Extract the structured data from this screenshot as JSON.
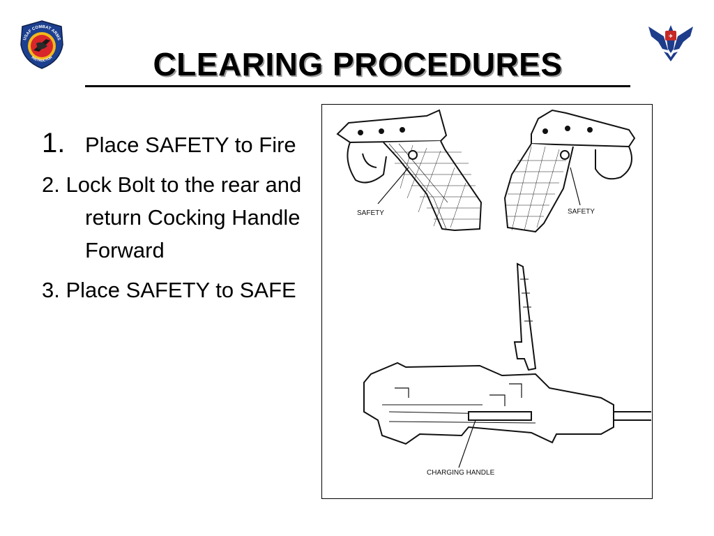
{
  "slide": {
    "title": "CLEARING PROCEDURES",
    "steps": [
      {
        "number": "1.",
        "text": "Place SAFETY to Fire"
      },
      {
        "number": "2.",
        "text": "Lock Bolt to the rear and return Cocking Handle Forward"
      },
      {
        "number": "3.",
        "text": "Place SAFETY to SAFE"
      }
    ]
  },
  "logos": {
    "left": {
      "icon": "usaf-combat-arms-instructor-patch",
      "text_top": "USAF COMBAT ARMS",
      "text_bottom": "INSTRUCTOR"
    },
    "right": {
      "icon": "air-force-wings-emblem"
    }
  },
  "figure": {
    "label_safety_left": "SAFETY",
    "label_safety_right": "SAFETY",
    "label_charging_handle": "CHARGING HANDLE"
  },
  "colors": {
    "title_shadow": "#9a9a9a",
    "patch_blue": "#1c3f8f",
    "patch_red": "#d8262b",
    "patch_gold": "#f2b81b",
    "wings_blue": "#1d3c8a"
  }
}
